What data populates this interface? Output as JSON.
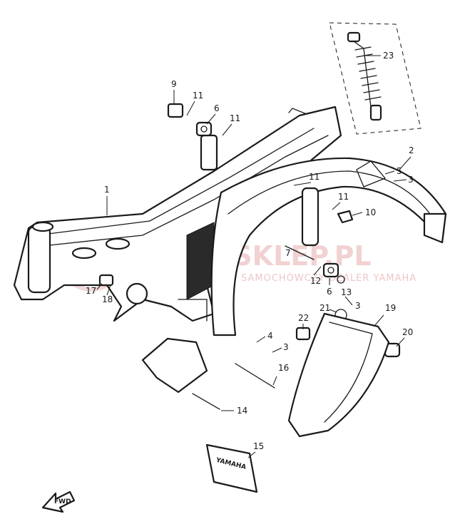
{
  "watermark": {
    "main": "YAMA-SKLEP.PL",
    "sub": "W.DOBROWOLSKI SAMOCHÓWCZY DEALER YAMAHA",
    "color": "#e8b4b4"
  },
  "direction_label": "FWD",
  "emblem_text": "YAMAHA",
  "callouts": [
    "1",
    "2",
    "3",
    "3",
    "3",
    "4",
    "5",
    "6",
    "6",
    "7",
    "9",
    "10",
    "11",
    "11",
    "11",
    "11",
    "12",
    "13",
    "14",
    "15",
    "16",
    "17",
    "18",
    "19",
    "20",
    "21",
    "22",
    "23"
  ]
}
